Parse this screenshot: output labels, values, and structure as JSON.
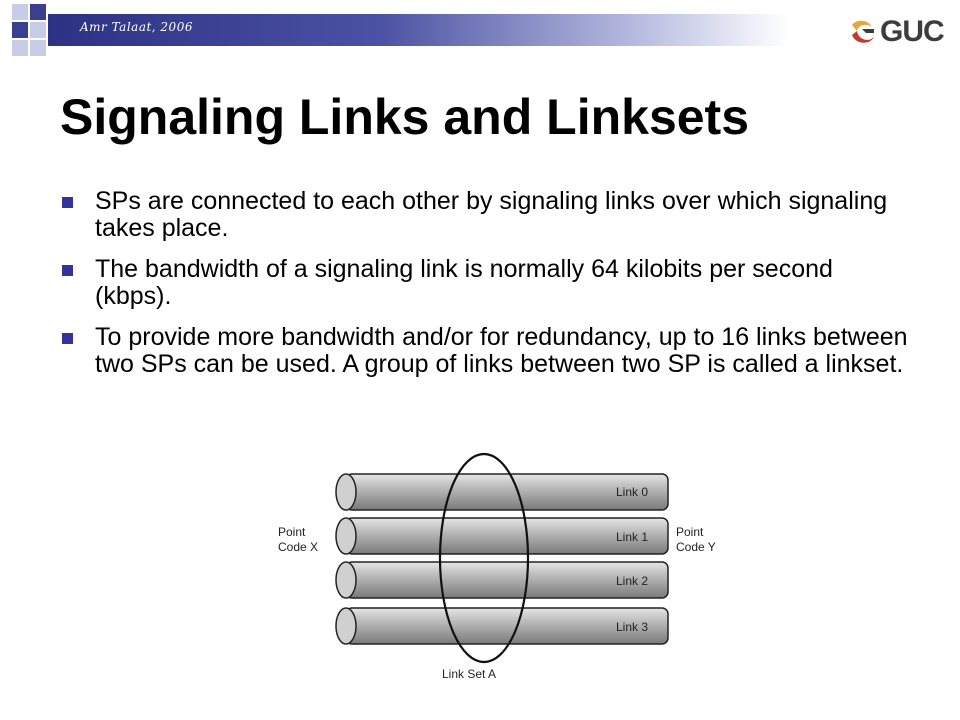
{
  "header": {
    "author": "Amr Talaat, 2006",
    "logo_text": "GUC"
  },
  "slide": {
    "title": "Signaling Links and Linksets",
    "bullets": [
      "SPs are connected to each other by signaling links over which signaling takes place.",
      "The bandwidth of a signaling link is normally 64 kilobits per second (kbps).",
      "To provide more bandwidth and/or for redundancy, up to 16 links between two SPs can be used. A group of links between two SP is called a linkset."
    ]
  },
  "diagram": {
    "left_label": [
      "Point",
      "Code X"
    ],
    "right_label": [
      "Point",
      "Code Y"
    ],
    "links": [
      "Link 0",
      "Link 1",
      "Link 2",
      "Link 3"
    ],
    "linkset_label": "Link Set A"
  },
  "colors": {
    "accent": "#333399",
    "band_dark": "#2c3183",
    "band_light": "#c8cce6"
  }
}
